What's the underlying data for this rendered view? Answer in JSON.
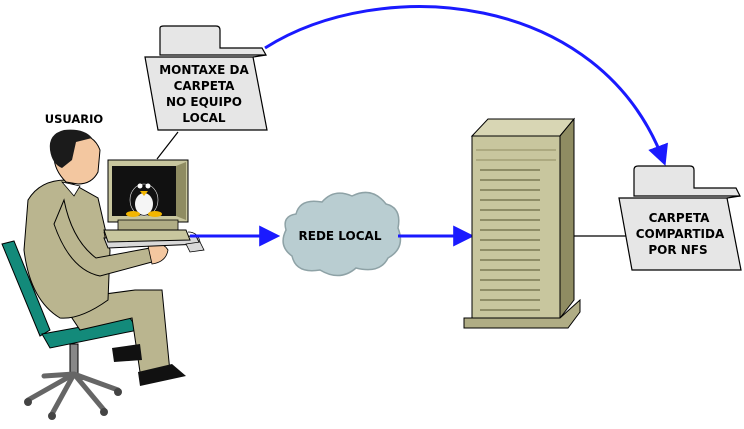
{
  "labels": {
    "user": "USUARIO",
    "network": "REDE LOCAL",
    "local_mount": [
      "MONTAXE DA",
      "CARPETA",
      "NO EQUIPO",
      "LOCAL"
    ],
    "shared_folder": [
      "CARPETA",
      "COMPARTIDA",
      "POR NFS"
    ]
  },
  "colors": {
    "arrow": "#1a1aff",
    "folder_fill": "#e6e6e6",
    "cloud_fill": "#b9cdd1",
    "server_fill": "#c8c69e",
    "server_dark": "#8f8c62",
    "suit": "#bab58f",
    "chair": "#138a7a"
  },
  "icons": {
    "user": "person-at-computer-icon",
    "monitor": "tux-monitor-icon",
    "cloud": "network-cloud-icon",
    "server": "server-tower-icon",
    "folder": "folder-icon"
  }
}
